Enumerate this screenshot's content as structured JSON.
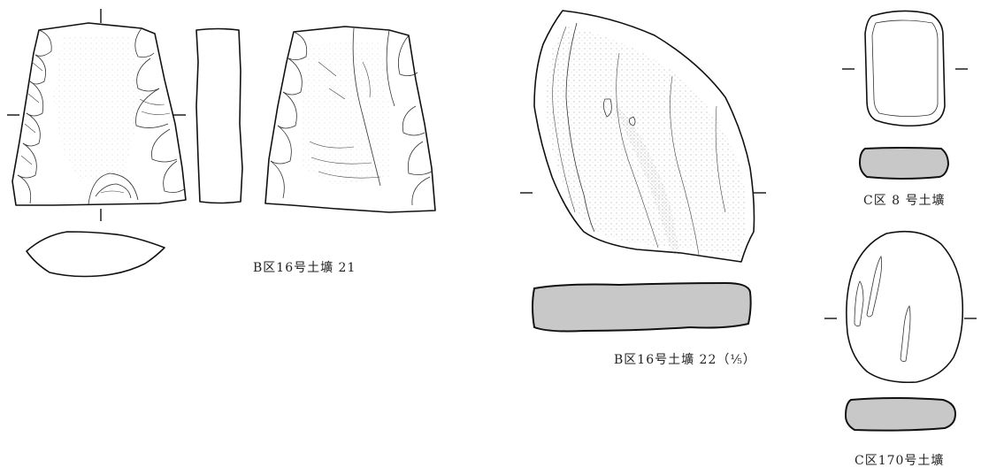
{
  "captions": {
    "artifact_21": "B区16号土壙 21",
    "artifact_22": "B区16号土壙 22（⅕）",
    "artifact_c8": "C区 8 号土壙",
    "artifact_c170": "C区170号土壙"
  }
}
